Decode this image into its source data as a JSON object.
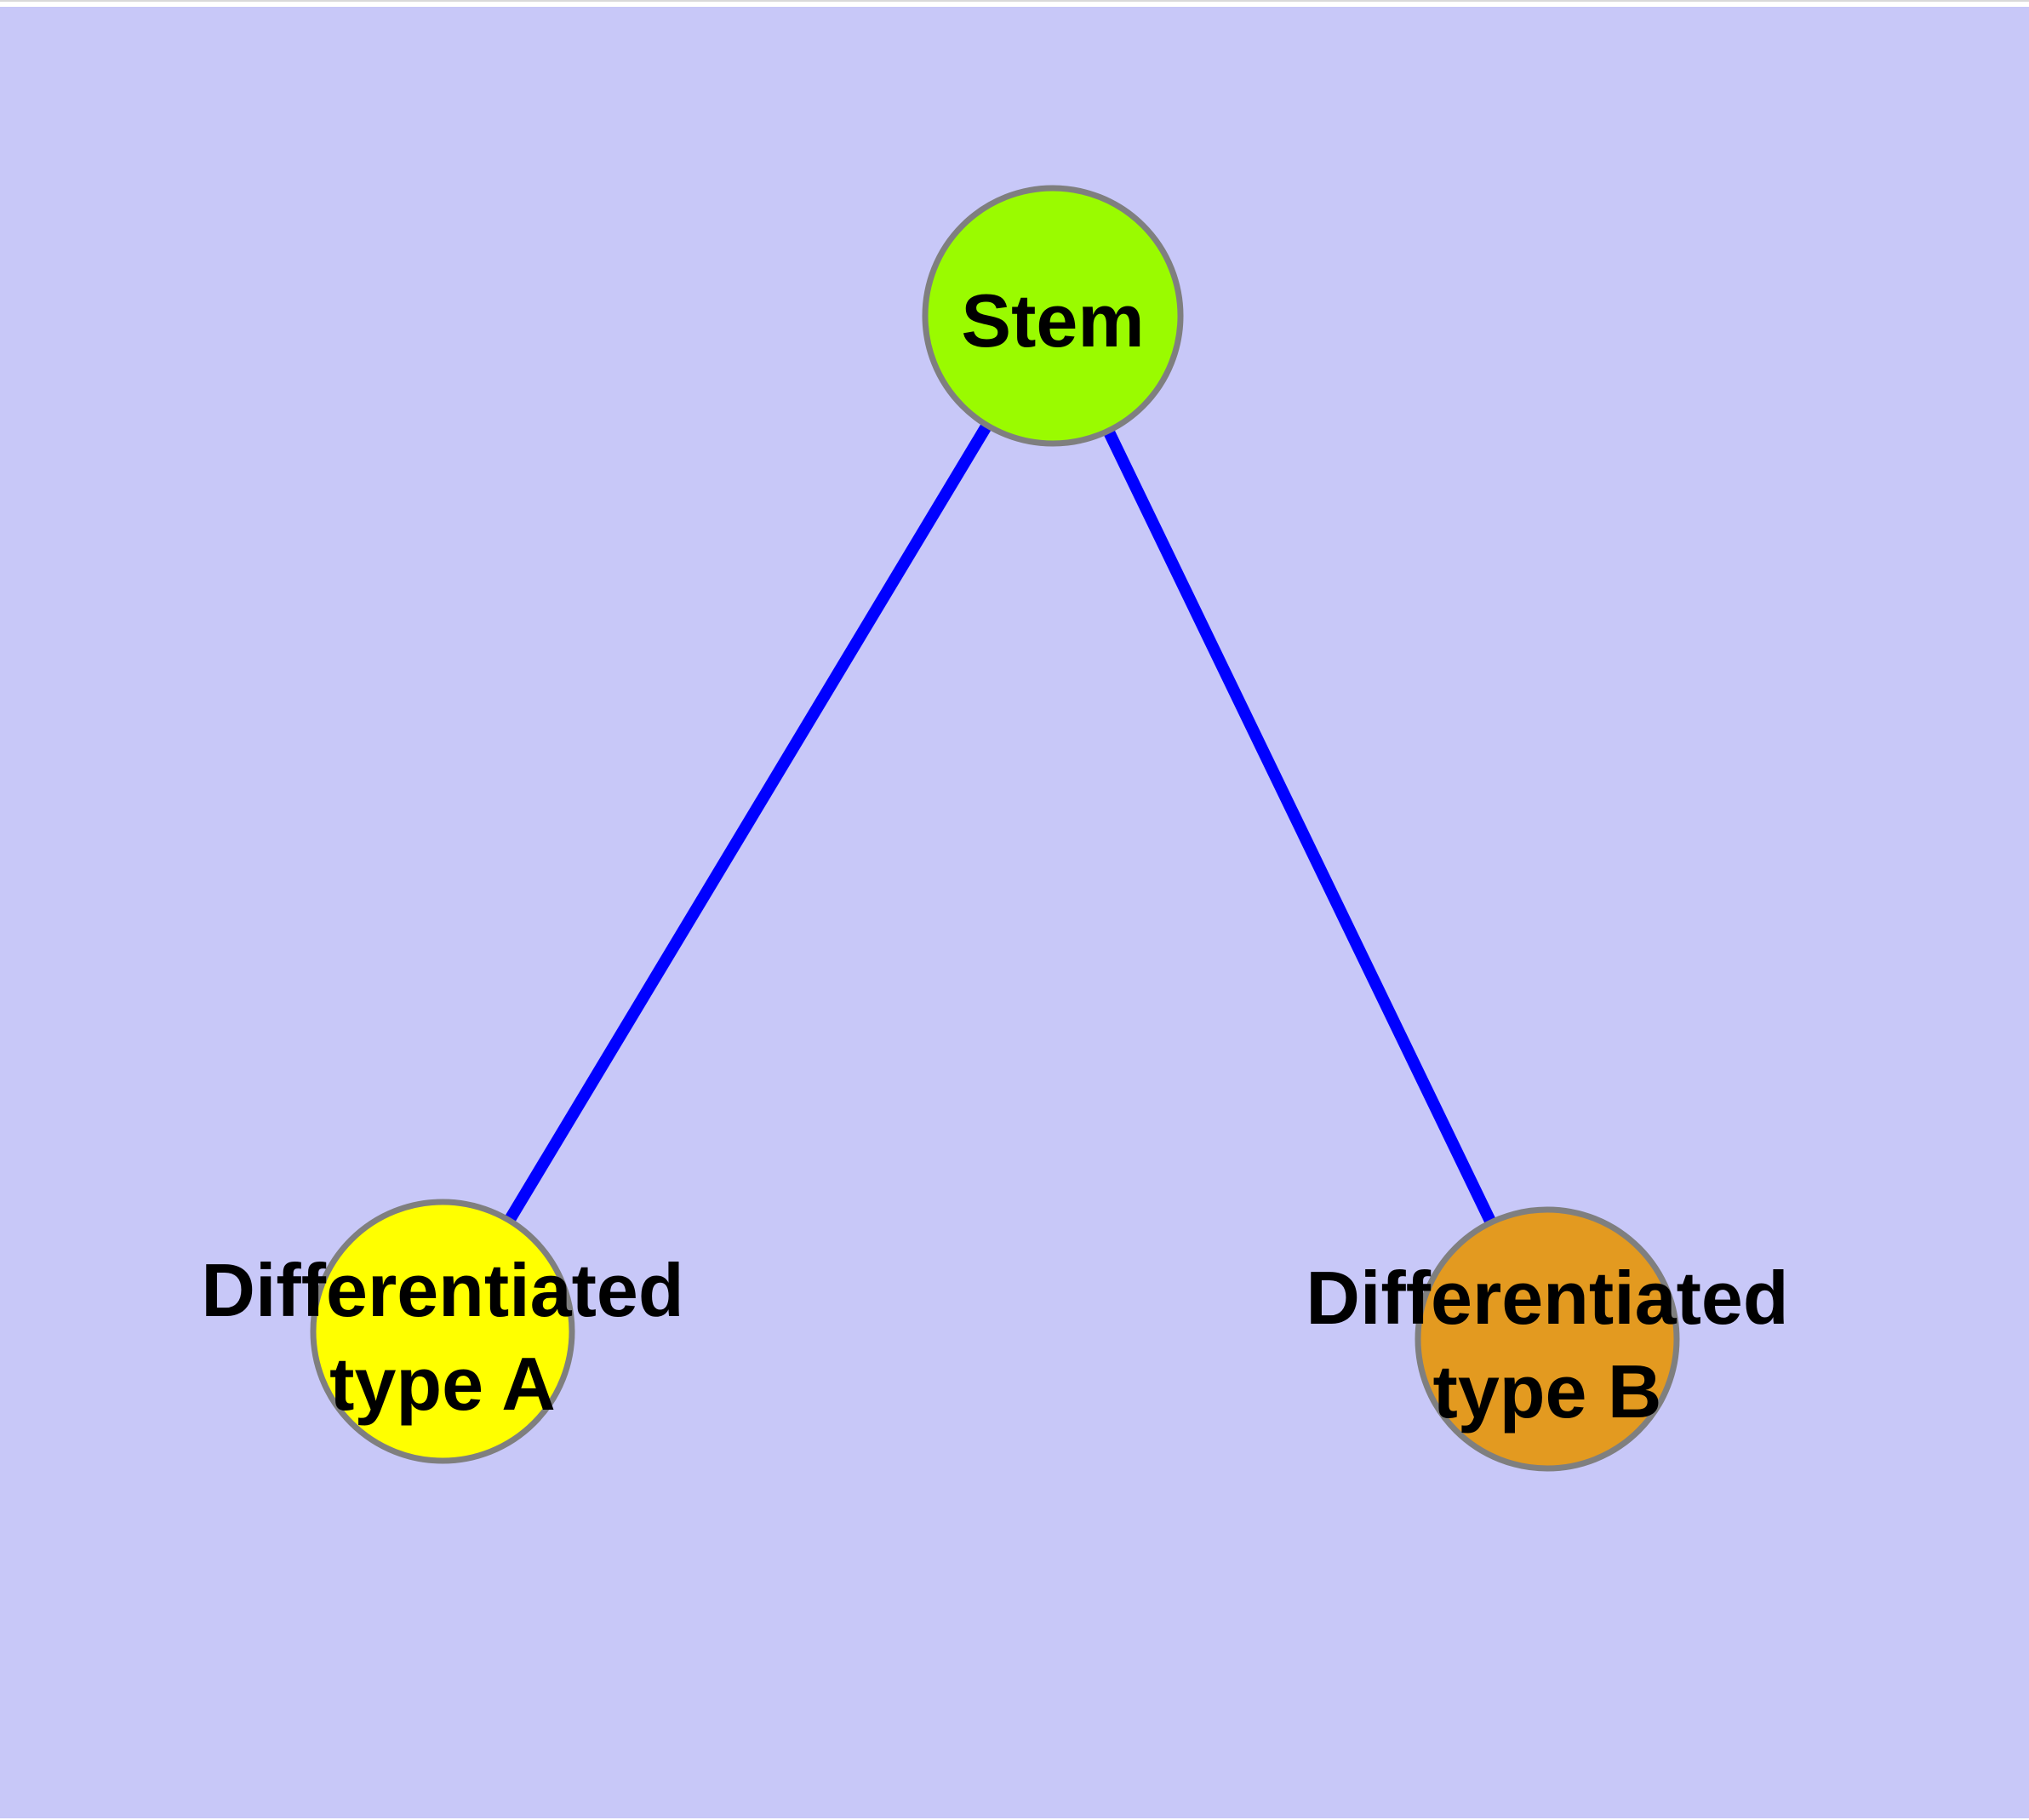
{
  "canvas": {
    "outer_background": "#FFFFFF",
    "top_hairline_color": "#D9D9D9",
    "panel_background": "#C8C8F8",
    "text_color": "#000000",
    "edge_color": "#0000FF",
    "node_border_color": "#7F7F7F"
  },
  "nodes": {
    "stem": {
      "label": "Stem",
      "fill": "#9AFB00"
    },
    "typeA": {
      "label_line1": "Differentiated",
      "label_line2": "type A",
      "fill": "#FFFF00"
    },
    "typeB": {
      "label_line1": "Differentiated",
      "label_line2": "type B",
      "fill": "#E39A20"
    }
  },
  "edges": [
    {
      "from": "Stem",
      "to": "Differentiated type A"
    },
    {
      "from": "Stem",
      "to": "Differentiated type B"
    }
  ]
}
